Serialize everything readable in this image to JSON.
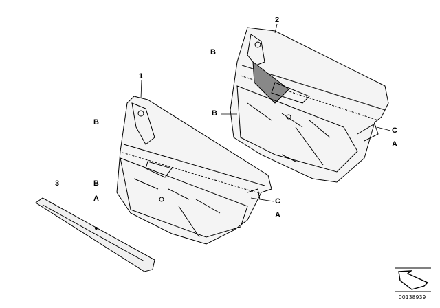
{
  "diagram": {
    "callouts": {
      "part_1": "1",
      "part_2": "2",
      "part_3": "3",
      "b_upper_right": "B",
      "b_right_leader": "B",
      "b_left_upper": "B",
      "b_left_lower": "B",
      "a_left": "A",
      "c_right": "C",
      "a_right": "A",
      "c_middle": "C",
      "a_middle": "A"
    },
    "drawing_number": "00138939",
    "parts": [
      "door-trim-panel-front",
      "door-trim-panel-rear",
      "trim-strip"
    ]
  }
}
